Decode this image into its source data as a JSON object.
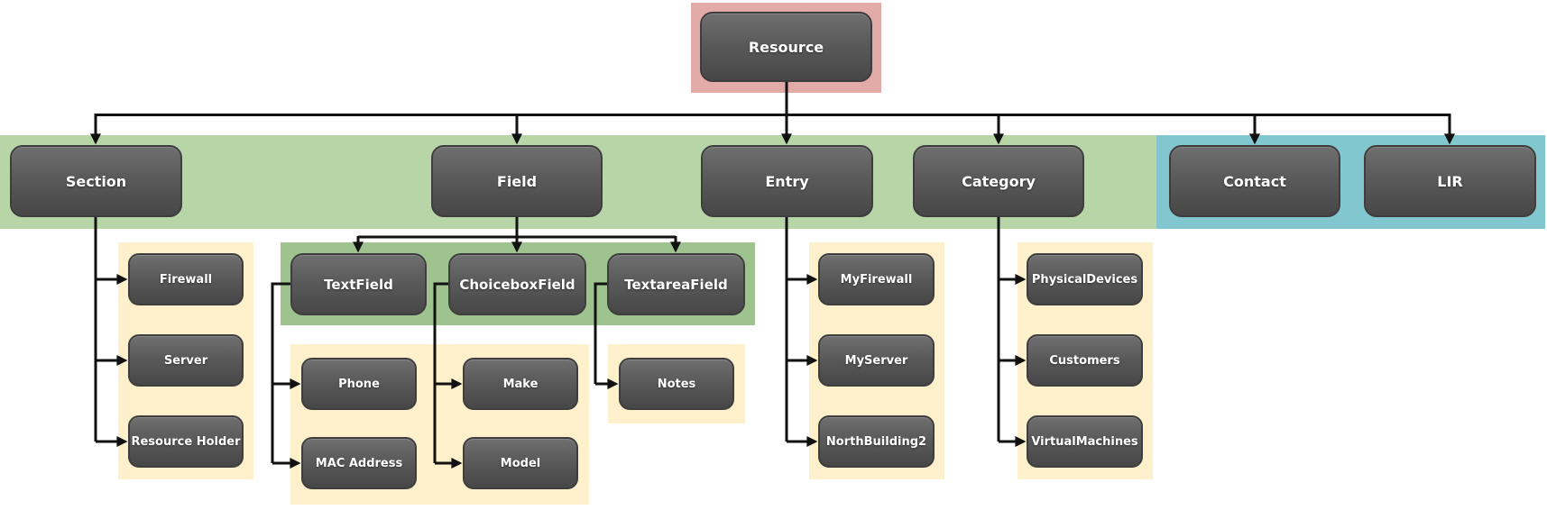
{
  "diagram": {
    "nodes": {
      "resource": {
        "label": "Resource"
      },
      "level2": [
        {
          "label": "Section",
          "children": [
            {
              "label": "Firewall"
            },
            {
              "label": "Server"
            },
            {
              "label": "Resource Holder"
            }
          ]
        },
        {
          "label": "Field",
          "children": [
            {
              "label": "TextField",
              "children": [
                {
                  "label": "Phone"
                },
                {
                  "label": "MAC Address"
                }
              ]
            },
            {
              "label": "ChoiceboxField",
              "children": [
                {
                  "label": "Make"
                },
                {
                  "label": "Model"
                }
              ]
            },
            {
              "label": "TextareaField",
              "children": [
                {
                  "label": "Notes"
                }
              ]
            }
          ]
        },
        {
          "label": "Entry",
          "children": [
            {
              "label": "MyFirewall"
            },
            {
              "label": "MyServer"
            },
            {
              "label": "NorthBuilding2"
            }
          ]
        },
        {
          "label": "Category",
          "children": [
            {
              "label": "PhysicalDevices"
            },
            {
              "label": "Customers"
            },
            {
              "label": "VirtualMachines"
            }
          ]
        },
        {
          "label": "Contact",
          "children": []
        },
        {
          "label": "LIR",
          "children": []
        }
      ]
    },
    "colors": {
      "root_highlight": "#e2aba7",
      "band_green": "#b8d5a8",
      "band_blue": "#82c6d0",
      "panel_green": "#9fc38e",
      "panel_yellow": "#fdf0ca",
      "node_top": "#6f6f6f",
      "node_bottom": "#474747",
      "connector": "#111111"
    }
  }
}
